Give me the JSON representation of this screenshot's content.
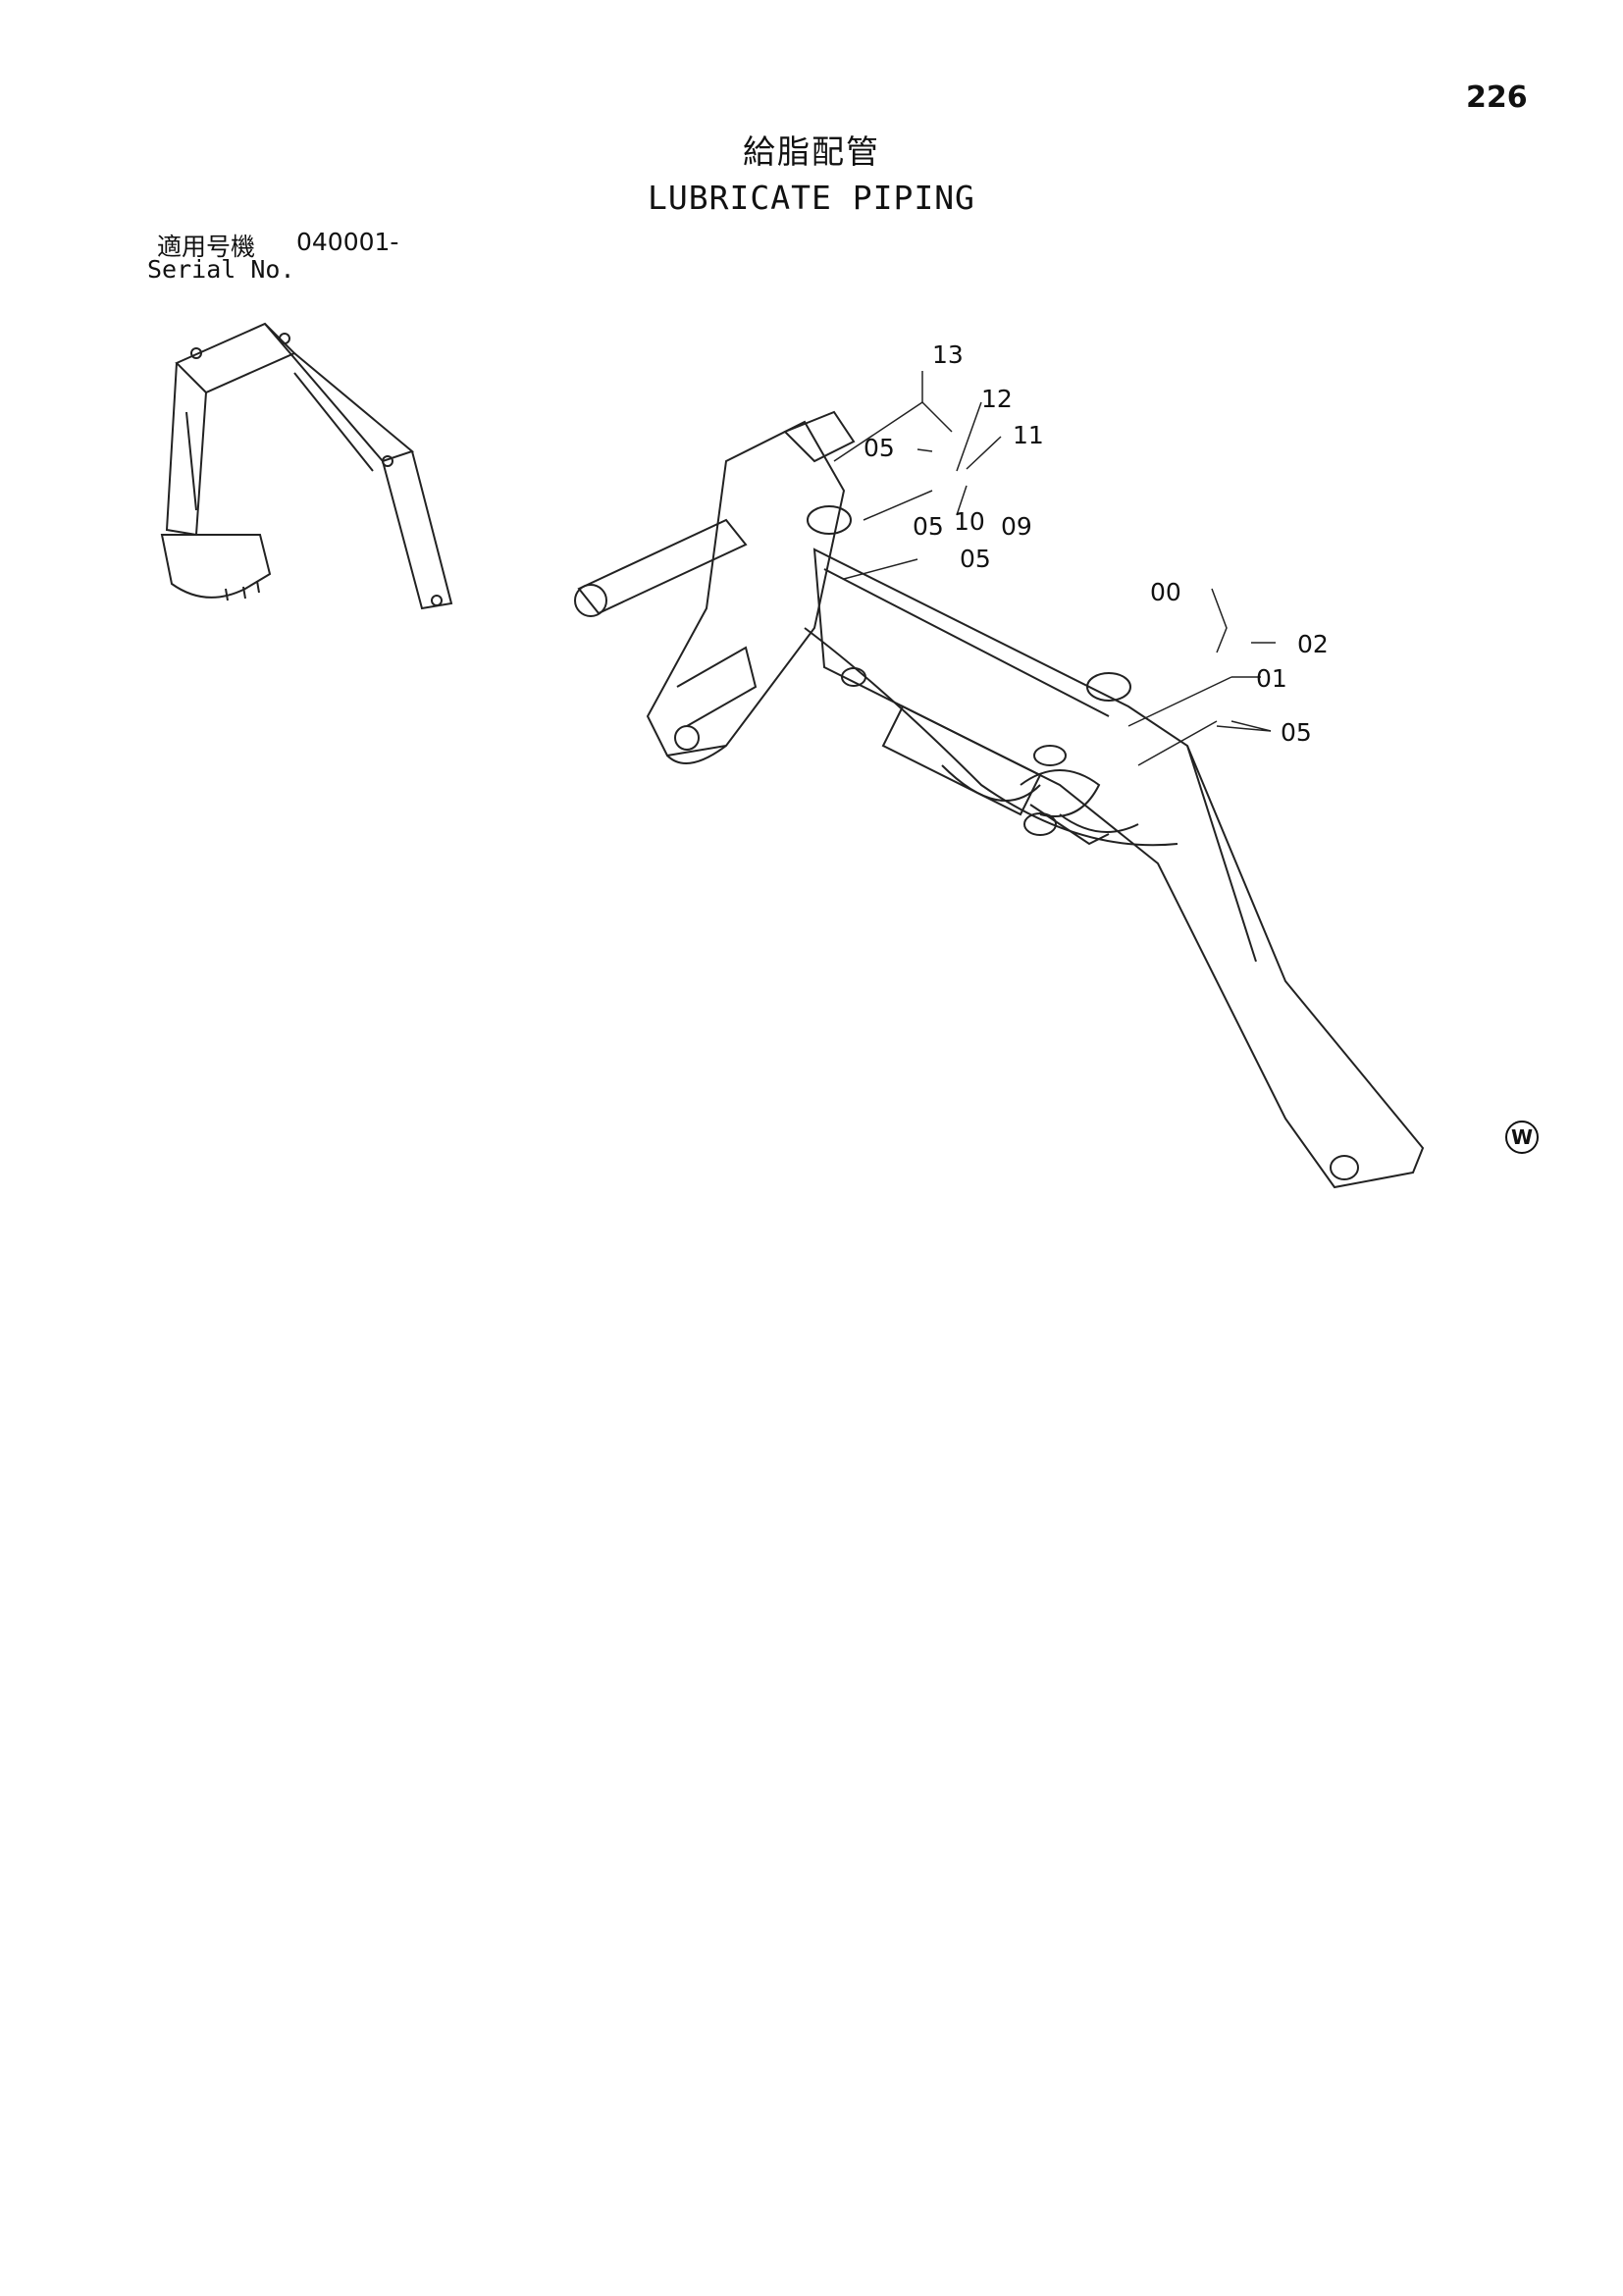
{
  "page_number": "226",
  "title_jp": "給脂配管",
  "title_en": "LUBRICATE PIPING",
  "serial": {
    "label_jp": "適用号機",
    "value": "040001-",
    "label_en": "Serial No."
  },
  "callouts": {
    "c13": "13",
    "c12": "12",
    "c11": "11",
    "c05a": "05",
    "c05b": "05",
    "c10": "10",
    "c09": "09",
    "c05c": "05",
    "c00": "00",
    "c02": "02",
    "c01": "01",
    "c05d": "05"
  },
  "watermark_letter": "W"
}
